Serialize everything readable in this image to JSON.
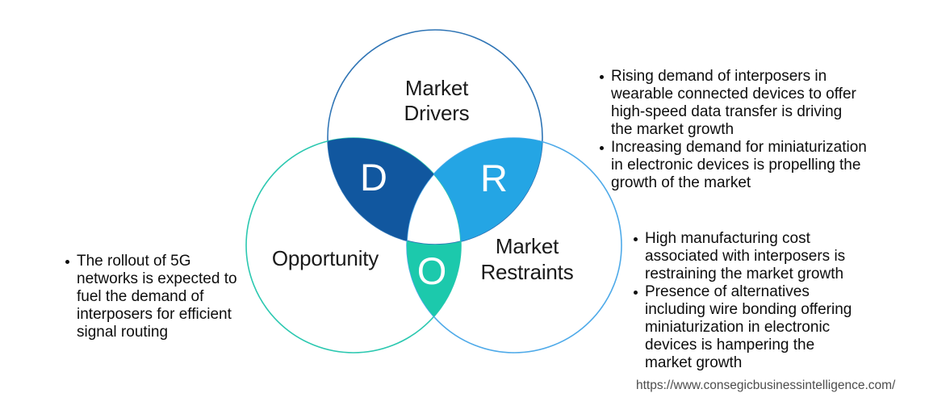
{
  "venn": {
    "drivers": {
      "label": "Market Drivers",
      "letter": "D"
    },
    "restraints": {
      "label": "Market Restraints",
      "letter": "R"
    },
    "opportunity": {
      "label": "Opportunity",
      "letter": "O"
    }
  },
  "colors": {
    "drivers_fill": "#11579F",
    "restraints_fill": "#24A5E4",
    "opportunity_fill": "#1CC9AC",
    "drivers_stroke": "#2E74B5",
    "opportunity_stroke": "#2BC8B0",
    "restraints_stroke": "#4EAAE9",
    "letter_color": "#FFFFFF"
  },
  "notes": {
    "drivers_bullets": [
      "Rising demand of interposers in wearable connected devices to offer high-speed data transfer is driving the market growth",
      "Increasing demand for miniaturization in electronic devices is propelling the growth of the market"
    ],
    "restraints_bullets": [
      "High manufacturing cost associated with interposers is restraining the market growth",
      "Presence of alternatives including wire bonding offering miniaturization in electronic devices is hampering the market growth"
    ],
    "opportunity_bullets": [
      "The rollout of 5G networks is expected to fuel the demand of interposers for efficient signal routing"
    ]
  },
  "footer": {
    "url": "https://www.consegicbusinessintelligence.com/"
  }
}
